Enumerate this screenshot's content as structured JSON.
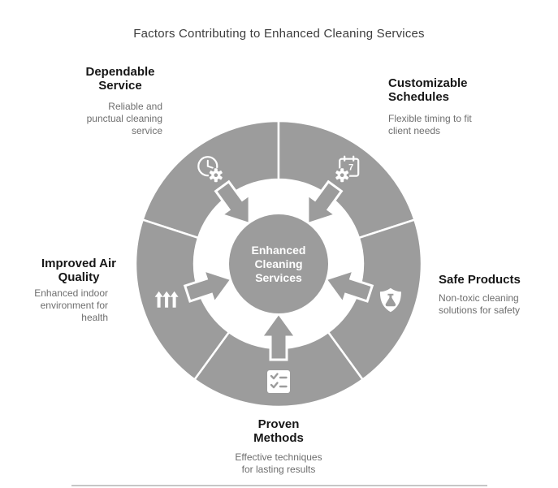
{
  "title": "Factors Contributing to Enhanced Cleaning Services",
  "center": {
    "lines": [
      "Enhanced",
      "Cleaning",
      "Services"
    ]
  },
  "segments": [
    {
      "id": "dependable-service",
      "heading": "Dependable Service",
      "description": "Reliable and punctual cleaning service",
      "icon": "clock-gear-icon"
    },
    {
      "id": "customizable-schedules",
      "heading": "Customizable Schedules",
      "description": "Flexible timing to fit client needs",
      "icon": "calendar-gear-icon"
    },
    {
      "id": "safe-products",
      "heading": "Safe Products",
      "description": "Non-toxic cleaning solutions for safety",
      "icon": "shield-icon"
    },
    {
      "id": "proven-methods",
      "heading": "Proven Methods",
      "description": "Effective techniques for lasting results",
      "icon": "checklist-icon"
    },
    {
      "id": "improved-air-quality",
      "heading": "Improved Air Quality",
      "description": "Enhanced indoor environment for health",
      "icon": "arrows-up-icon"
    }
  ],
  "colors": {
    "ring": "#9c9c9c",
    "icon": "#ffffff",
    "center_text": "#ffffff",
    "heading_text": "#171717",
    "description_text": "#6e6e6e",
    "title_text": "#3d3d3d"
  }
}
